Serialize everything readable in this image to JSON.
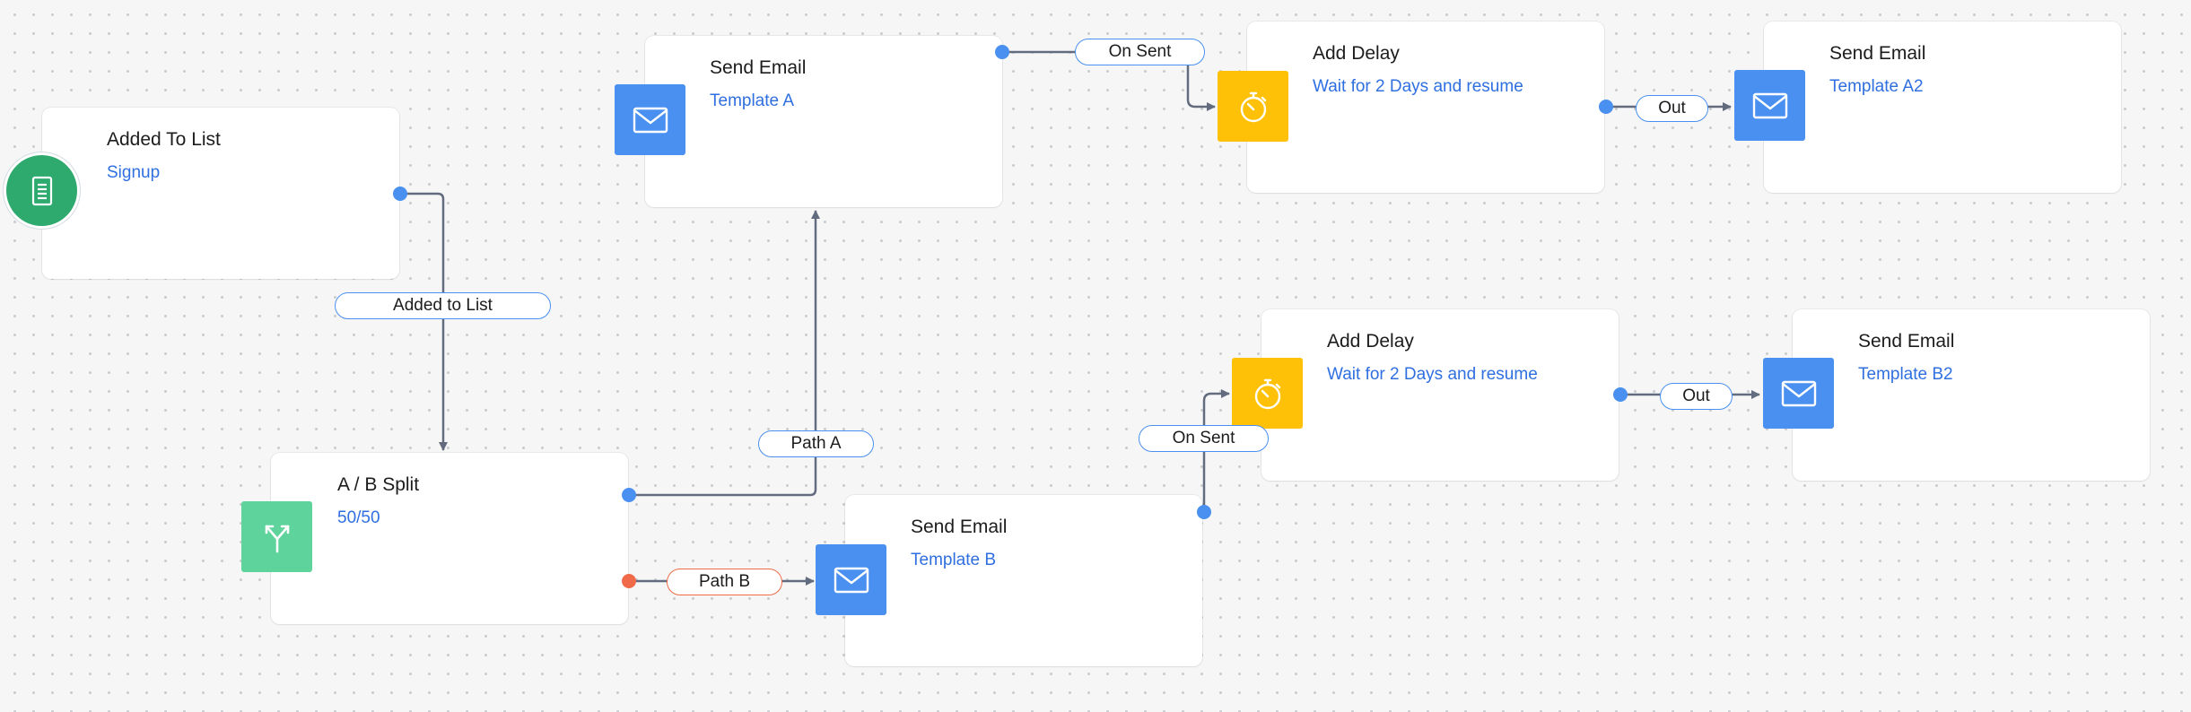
{
  "colors": {
    "email": "#4a90f0",
    "delay": "#ffc107",
    "split": "#5ed39b",
    "trigger": "#2eaa6e",
    "edge": "#636c7e",
    "port": "#4a90f0",
    "path_b": "#f06a4a",
    "link": "#2f6fe0"
  },
  "nodes": {
    "trigger": {
      "title": "Added To List",
      "subtitle": "Signup",
      "icon": "form-icon"
    },
    "split": {
      "title": "A / B Split",
      "subtitle": "50/50",
      "icon": "split-icon"
    },
    "email_a": {
      "title": "Send Email",
      "subtitle": "Template A",
      "icon": "mail-icon"
    },
    "email_b": {
      "title": "Send Email",
      "subtitle": "Template B",
      "icon": "mail-icon"
    },
    "delay_a": {
      "title": "Add Delay",
      "subtitle": "Wait for 2 Days and resume",
      "icon": "stopwatch-icon"
    },
    "delay_b": {
      "title": "Add Delay",
      "subtitle": "Wait for 2 Days and resume",
      "icon": "stopwatch-icon"
    },
    "email_a2": {
      "title": "Send Email",
      "subtitle": "Template A2",
      "icon": "mail-icon"
    },
    "email_b2": {
      "title": "Send Email",
      "subtitle": "Template B2",
      "icon": "mail-icon"
    }
  },
  "edges": {
    "added_to_list": "Added to List",
    "path_a": "Path A",
    "path_b": "Path B",
    "on_sent_a": "On Sent",
    "on_sent_b": "On Sent",
    "out_a": "Out",
    "out_b": "Out"
  }
}
